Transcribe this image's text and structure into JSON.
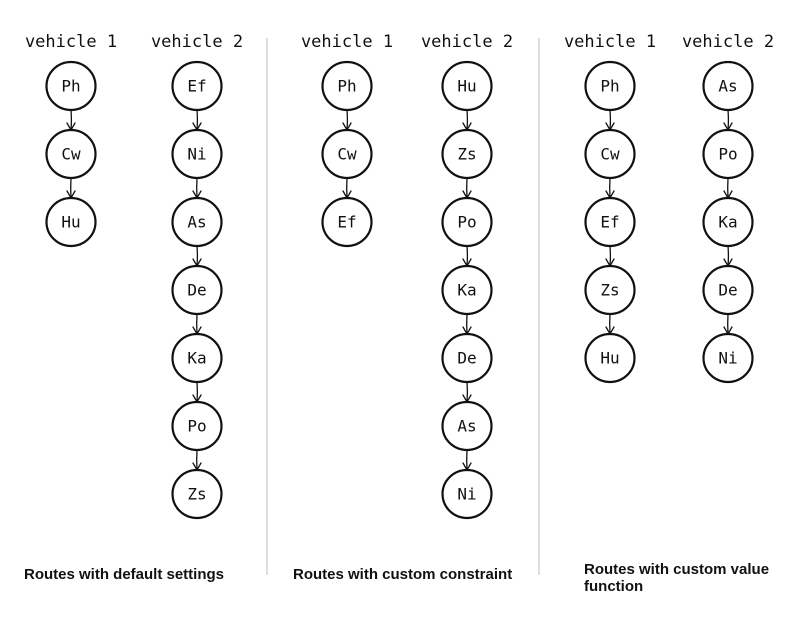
{
  "panels": [
    {
      "caption": "Routes with default settings",
      "vehicles": [
        {
          "label": "vehicle 1",
          "stops": [
            "Ph",
            "Cw",
            "Hu"
          ]
        },
        {
          "label": "vehicle 2",
          "stops": [
            "Ef",
            "Ni",
            "As",
            "De",
            "Ka",
            "Po",
            "Zs"
          ]
        }
      ]
    },
    {
      "caption": "Routes with custom constraint",
      "vehicles": [
        {
          "label": "vehicle 1",
          "stops": [
            "Ph",
            "Cw",
            "Ef"
          ]
        },
        {
          "label": "vehicle 2",
          "stops": [
            "Hu",
            "Zs",
            "Po",
            "Ka",
            "De",
            "As",
            "Ni"
          ]
        }
      ]
    },
    {
      "caption": "Routes with custom value function",
      "vehicles": [
        {
          "label": "vehicle 1",
          "stops": [
            "Ph",
            "Cw",
            "Ef",
            "Zs",
            "Hu"
          ]
        },
        {
          "label": "vehicle 2",
          "stops": [
            "As",
            "Po",
            "Ka",
            "De",
            "Ni"
          ]
        }
      ]
    }
  ]
}
